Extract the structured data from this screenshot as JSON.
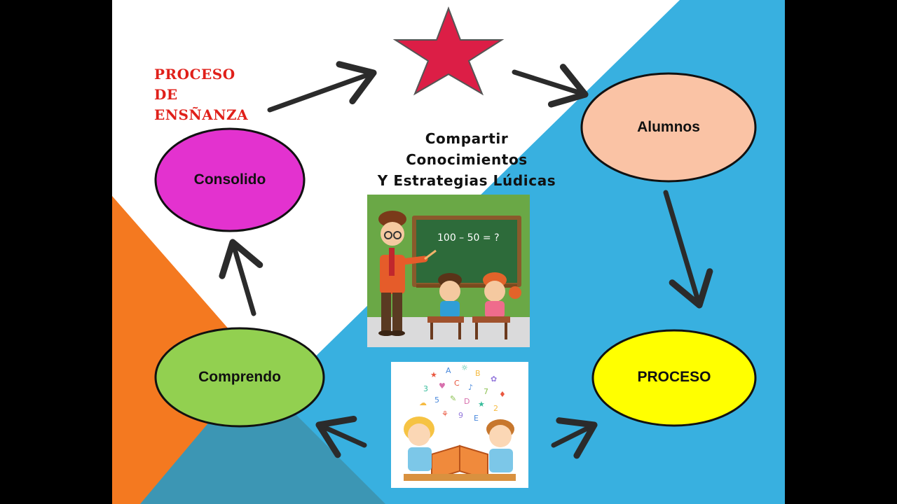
{
  "title_lines": [
    "PROCESO",
    "DE",
    "ENSÑANZA"
  ],
  "caption_lines": [
    "Compartir",
    "Conocimientos",
    "Y Estrategias  Lúdicas"
  ],
  "nodes": {
    "alumnos": "Alumnos",
    "proceso": "PROCESO",
    "comprendo": "Comprendo",
    "consolido": "Consolido"
  },
  "board_text": "100 – 50 = ?",
  "colors": {
    "background_blue": "#38b0e0",
    "background_orange": "#f47920",
    "background_teal": "#3c96b4",
    "star": "#dc1e46",
    "alumnos": "#fac3a5",
    "proceso": "#ffff00",
    "comprendo": "#92d050",
    "consolido": "#e332cf",
    "title_red": "#e0201a"
  },
  "icons": [
    "star-icon",
    "teacher-classroom-illustration",
    "children-reading-illustration"
  ]
}
